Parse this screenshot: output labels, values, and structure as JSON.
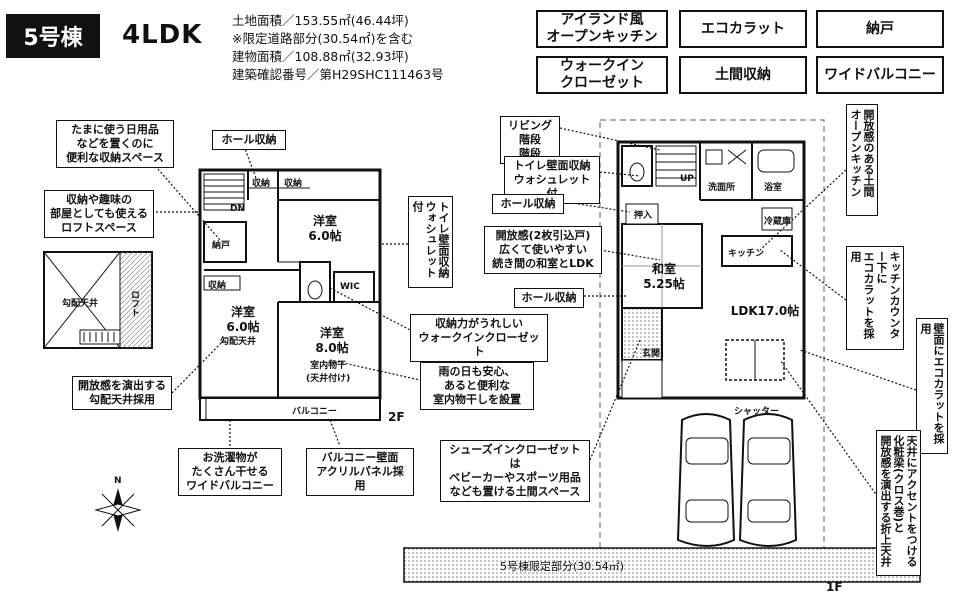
{
  "header": {
    "building_no": "5号棟",
    "layout_type": "4LDK",
    "specs": [
      "土地面積／153.55㎡(46.44坪)",
      "※限定道路部分(30.54㎡)を含む",
      "建物面積／108.88㎡(32.93坪)",
      "建築確認番号／第H29SHC111463号"
    ]
  },
  "features": [
    "アイランド風\nオープンキッチン",
    "エコカラット",
    "納戸",
    "ウォークイン\nクローゼット",
    "土間収納",
    "ワイドバルコニー"
  ],
  "callouts_left": {
    "storage_space": "たまに使う日用品\nなどを置くのに\n便利な収納スペース",
    "loft": "収納や趣味の\n部屋としても使える\nロフトスペース",
    "hall_storage_2f": "ホール収納",
    "toilet_washlet_2f": "トイレ壁面収納\nウォシュレット付",
    "walk_in_closet": "収納力がうれしい\nウォークインクローゼット",
    "indoor_drying": "雨の日も安心、\nあると便利な\n室内物干しを設置",
    "open_ceiling": "開放感を演出する\n勾配天井採用",
    "wide_balcony": "お洗濯物が\nたくさん干せる\nワイドバルコニー",
    "balcony_panel": "バルコニー壁面\nアクリルパネル採用"
  },
  "callouts_right": {
    "living_stairs": "リビング階段\n階段",
    "toilet_washlet_1f": "トイレ壁面収納\nウォシュレット付",
    "hall_storage_1f_top": "ホール収納",
    "japanese_room": "開放感(2枚引込戸)\n広くて使いやすい\n続き間の和室とLDK",
    "hall_storage_1f": "ホール収納",
    "shoes_closet": "シューズインクローゼットは\nベビーカーやスポーツ用品\nなども置ける土間スペース",
    "open_kitchen": "開放感のある土間\nオープンキッチン",
    "kitchen_counter_eco": "キッチンカウンター下に\nエコカラットを採用",
    "wall_eco": "壁面にエコカラットを採用",
    "accent_ceiling": "天井にアクセントをつける\n化粧梁(クロス巻)と\n開放感を演出する折上天井"
  },
  "floor2": {
    "label": "2F",
    "rooms": {
      "western_a": "洋室\n6.0帖",
      "western_b": "洋室\n6.0帖",
      "western_c": "洋室\n8.0帖",
      "storeroom": "納戸",
      "wic": "WIC",
      "balcony": "バルコニー",
      "storage1": "収納",
      "storage2": "収納",
      "storage3": "収納",
      "dn": "DN",
      "ceiling_note": "勾配天井",
      "drying_note": "室内物干\n(天井付け)",
      "loft_label": "ロフト",
      "loft_ceiling": "勾配天井"
    }
  },
  "floor1": {
    "label": "1F",
    "rooms": {
      "japanese": "和室\n5.25帖",
      "ldk": "LDK17.0帖",
      "washroom": "洗面所",
      "bath": "浴室",
      "up": "UP",
      "entrance": "玄関",
      "storage": "押入",
      "shutter": "シャッター",
      "road": "5号棟限定部分(30.54㎡)",
      "kitchen": "キッチン",
      "fridge": "冷蔵庫"
    }
  },
  "compass": "N"
}
